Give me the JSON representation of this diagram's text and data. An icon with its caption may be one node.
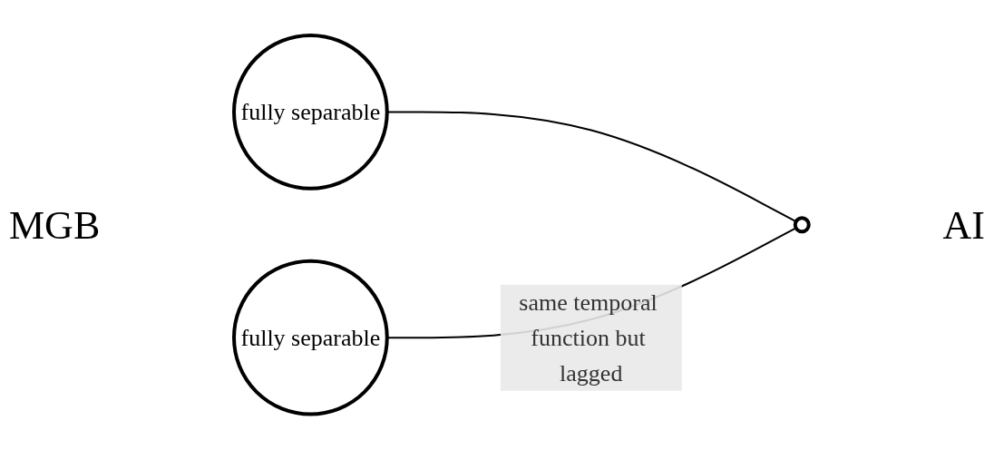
{
  "diagram": {
    "nodes": [
      {
        "text": [
          "fully separable"
        ]
      },
      {
        "text": [
          "fully separable"
        ]
      },
      {
        "text": [],
        "shape": "circle",
        "beside": [
          "AI"
        ]
      }
    ],
    "edges": [
      {
        "from": 0,
        "to": 2,
        "arrow": "none"
      },
      {
        "from": 1,
        "to": 2,
        "arrow": "none",
        "label": "same temporal function but lagged"
      }
    ],
    "labels": [
      "MGB"
    ]
  }
}
